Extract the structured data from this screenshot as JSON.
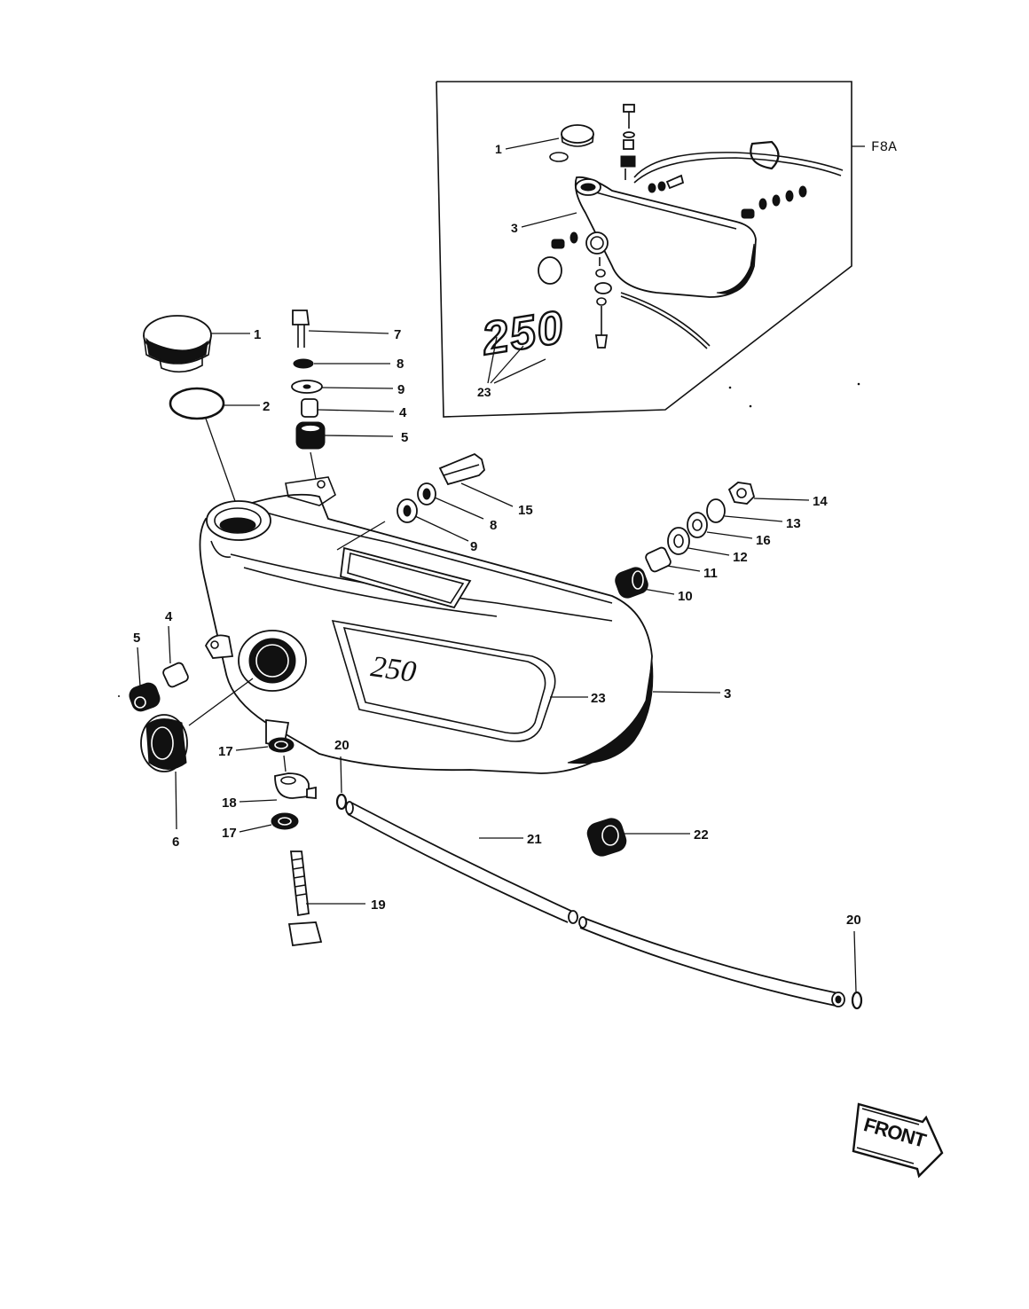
{
  "inset": {
    "ref_label": "F8A",
    "callouts": [
      "1",
      "3",
      "23"
    ],
    "decal_text": "250"
  },
  "main": {
    "decal_text": "250",
    "callouts": {
      "c1": "1",
      "c2": "2",
      "c3": "3",
      "c4_top": "4",
      "c4_left": "4",
      "c5_top": "5",
      "c5_left": "5",
      "c6": "6",
      "c7": "7",
      "c8_a": "8",
      "c8_b": "8",
      "c9_a": "9",
      "c9_b": "9",
      "c10": "10",
      "c11": "11",
      "c12": "12",
      "c13": "13",
      "c14": "14",
      "c15": "15",
      "c16": "16",
      "c17_a": "17",
      "c17_b": "17",
      "c18": "18",
      "c19": "19",
      "c20_a": "20",
      "c20_b": "20",
      "c21": "21",
      "c22": "22",
      "c23": "23"
    }
  },
  "front_arrow": {
    "label": "FRONT"
  },
  "icons": {
    "cap": "filler-cap-icon",
    "tank": "oil-tank-icon",
    "hose": "hose-icon",
    "arrow": "front-arrow-icon"
  }
}
